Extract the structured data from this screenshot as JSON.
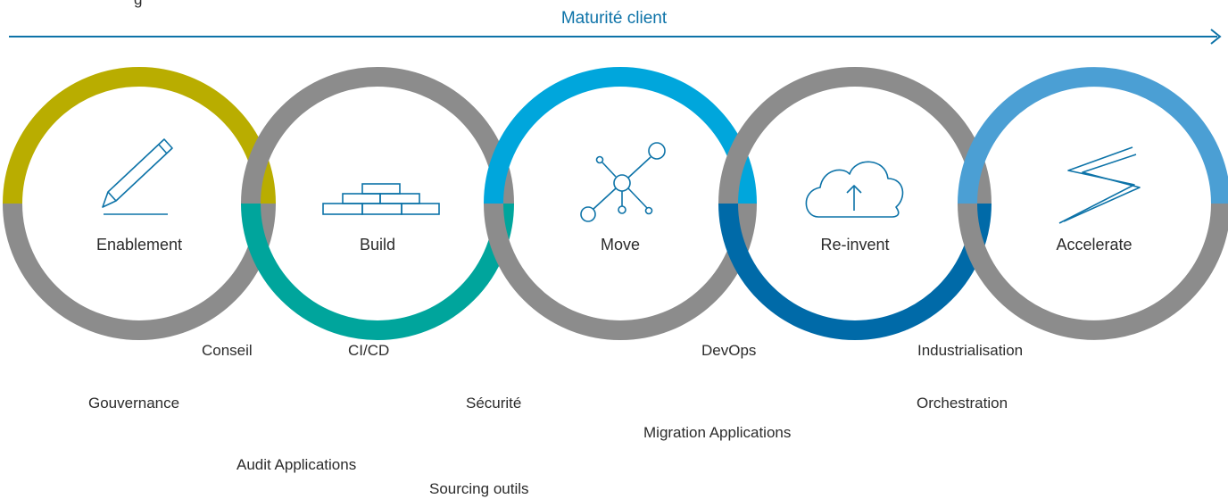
{
  "header": {
    "partial_text": "g",
    "axis_title": "Maturité client"
  },
  "colors": {
    "axis": "#0d73a8",
    "gray": "#8c8c8c",
    "enablement_top": "#b9ad00",
    "build_bottom": "#00a59c",
    "move_top": "#00a6dc",
    "reinvent_bottom": "#006aa8",
    "accelerate_top": "#4b9fd4",
    "icon": "#0d73a8"
  },
  "stages": [
    {
      "label": "Enablement",
      "icon": "pencil-icon"
    },
    {
      "label": "Build",
      "icon": "brick-wall-icon"
    },
    {
      "label": "Move",
      "icon": "network-nodes-icon"
    },
    {
      "label": "Re-invent",
      "icon": "cloud-upload-icon"
    },
    {
      "label": "Accelerate",
      "icon": "lightning-icon"
    }
  ],
  "services": {
    "conseil": "Conseil",
    "gouvernance": "Gouvernance",
    "audit_applications": "Audit Applications",
    "cicd": "CI/CD",
    "securite": "Sécurité",
    "sourcing_outils": "Sourcing outils",
    "devops": "DevOps",
    "migration_applications": "Migration Applications",
    "industrialisation": "Industrialisation",
    "orchestration": "Orchestration"
  }
}
